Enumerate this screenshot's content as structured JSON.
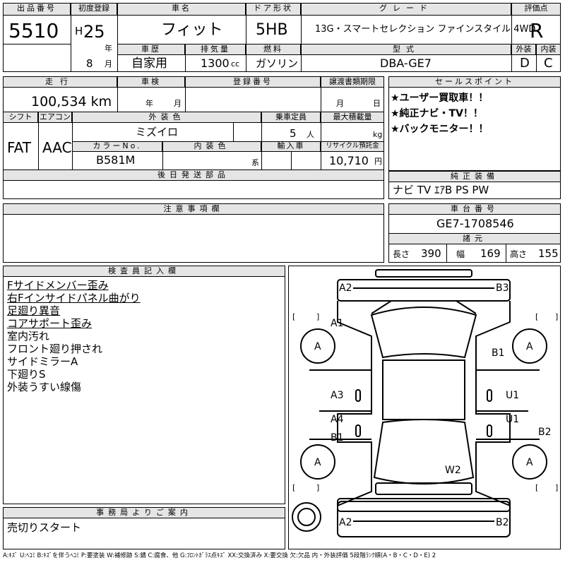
{
  "header": {
    "lot_label": "出品番号",
    "lot": "5510",
    "first_reg_label": "初度登録",
    "era": "H",
    "year": "25",
    "year_unit": "年",
    "month": "8",
    "month_unit": "月",
    "car_name_label": "車名",
    "car_name": "フィット",
    "door_label": "ドア形状",
    "door": "5HB",
    "grade_label": "グレード",
    "grade": "13G・スマートセレクション ファインスタイル 4WD",
    "score_label": "評価点",
    "score": "R",
    "history_label": "車歴",
    "history": "自家用",
    "displacement_label": "排気量",
    "displacement": "1300",
    "displacement_unit": "cc",
    "fuel_label": "燃料",
    "fuel": "ガソリン",
    "model_label": "型式",
    "model": "DBA-GE7",
    "exterior_label": "外装",
    "exterior": "D",
    "interior_label": "内装",
    "interior": "C"
  },
  "row2": {
    "mileage_label": "走行",
    "mileage": "100,534 km",
    "inspection_label": "車検",
    "inspection_year": "年",
    "inspection_month": "月",
    "reg_no_label": "登録番号",
    "transfer_label": "譲渡書類期限",
    "transfer_month": "月",
    "transfer_day": "日",
    "shift_label": "シフト",
    "shift": "FAT",
    "ac_label": "エアコン",
    "ac": "AAC",
    "color_label": "外装色",
    "color": "ミズイロ",
    "capacity_label": "乗車定員",
    "capacity": "5",
    "capacity_unit": "人",
    "load_label": "最大積載量",
    "load_unit": "kg",
    "color_no_label": "カラーNo.",
    "color_no": "B581M",
    "int_color_label": "内装色",
    "int_color_unit": "系",
    "import_label": "輸入車",
    "recycle_label": "リサイクル預託金",
    "recycle": "10,710",
    "recycle_unit": "円"
  },
  "later_parts_label": "後日発送部品",
  "notes_label": "注意事項欄",
  "sales": {
    "label": "セールスポイント",
    "points": [
      "★ユーザー買取車！！",
      "★純正ナビ・TV！！",
      "★バックモニター！！"
    ]
  },
  "equipment": {
    "label": "純正装備",
    "value": "ナビ TV ｴｱB PS PW"
  },
  "chassis": {
    "label": "車台番号",
    "value": "GE7-1708546"
  },
  "dims": {
    "label": "諸元",
    "length_label": "長さ",
    "length": "390",
    "width_label": "幅",
    "width": "169",
    "height_label": "高さ",
    "height": "155"
  },
  "inspector": {
    "label": "検査員記入欄",
    "lines": [
      "Fサイドメンバー歪み",
      "右Fインサイドパネル曲がり",
      "足廻り異音",
      "コアサポート歪み",
      "室内汚れ",
      "フロント廻り押され",
      "サイドミラーA",
      "下廻りS",
      "外装うすい線傷"
    ]
  },
  "office": {
    "label": "事務局よりご案内",
    "text": "売切りスタート"
  },
  "diagram": {
    "marks": [
      "A2",
      "B3",
      "A1",
      "B1",
      "A3",
      "U1",
      "A4",
      "U1",
      "B1",
      "B2",
      "W2",
      "A2",
      "B2"
    ],
    "tires": [
      "A",
      "A",
      "A",
      "A"
    ]
  },
  "legend": "A:ｷｽﾞ U:ﾍｺﾐ B:ｷｽﾞを伴うﾍｺﾐ P:要塗装 W:補修跡 S:錆 C:腐食、他 G:ﾌﾛﾝﾄｶﾞﾗｽ点ｷｽﾞ XX:交換済み X:要交換 欠:欠品 内・外装評価 5段階ﾗﾝｸ順(A・B・C・D・E) 2"
}
